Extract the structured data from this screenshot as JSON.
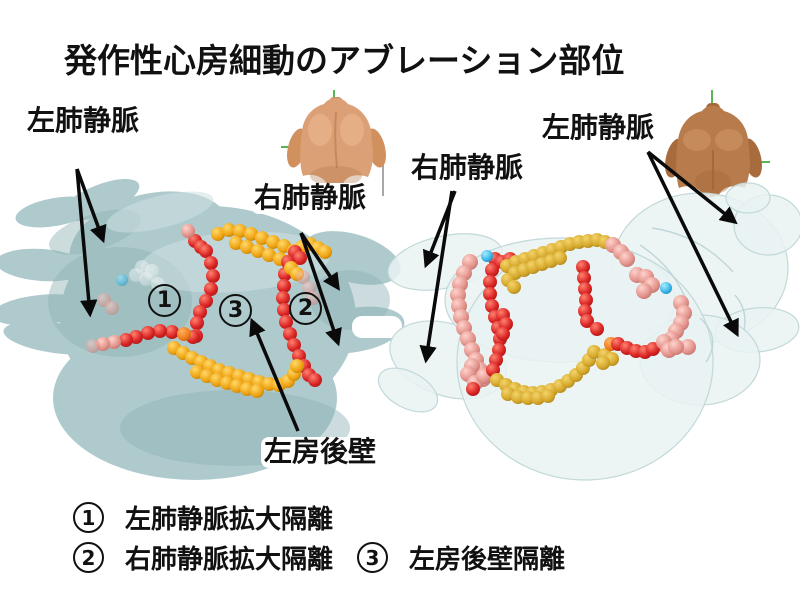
{
  "title": "発作性心房細動のアブレーション部位",
  "panels": {
    "left": {
      "view": "posterior",
      "labels": {
        "left_pv": "左肺静脈",
        "right_pv": "右肺静脈",
        "posterior_wall": "左房後壁"
      }
    },
    "right": {
      "view": "anterior",
      "labels": {
        "right_pv": "右肺静脈",
        "left_pv": "左肺静脈"
      }
    }
  },
  "markers": {
    "m1": "1",
    "m2": "2",
    "m3": "3"
  },
  "legend": {
    "items": [
      {
        "num": "1",
        "text": "左肺静脈拡大隔離"
      },
      {
        "num": "2",
        "text": "右肺静脈拡大隔離"
      },
      {
        "num": "3",
        "text": "左房後壁隔離"
      }
    ]
  },
  "colors": {
    "background": "#ffffff",
    "text": "#111111",
    "arrow": "#0a0a0a",
    "heart_left": "#afcacc",
    "heart_left_shade": "#8fb2b5",
    "heart_left_highlight": "#cfe1e2",
    "heart_right": "#e9f2f2",
    "heart_right_edge": "#c2d8d9",
    "ball_red": "#d92323",
    "ball_gold": "#efa312",
    "ball_mustard": "#d6a82c",
    "ball_pink": "#e2938b",
    "ball_orange": "#f07d1a",
    "ball_cyan": "#38b6e8",
    "torso_back_skin": "#dca077",
    "torso_front_skin": "#b87c4c",
    "axis_green": "#55b855"
  },
  "ablation_chains": {
    "left_panel": [
      {
        "part": "roof-line-gold",
        "color": "gold",
        "r": 7,
        "points": [
          [
            218,
            234
          ],
          [
            229,
            230
          ],
          [
            240,
            231
          ],
          [
            251,
            234
          ],
          [
            262,
            238
          ],
          [
            273,
            242
          ],
          [
            284,
            246
          ],
          [
            294,
            251
          ],
          [
            302,
            247
          ],
          [
            310,
            244
          ],
          [
            318,
            248
          ],
          [
            325,
            252
          ],
          [
            236,
            243
          ],
          [
            247,
            247
          ],
          [
            258,
            251
          ],
          [
            269,
            255
          ],
          [
            280,
            259
          ]
        ]
      },
      {
        "part": "roof-left-red",
        "color": "red",
        "r": 7,
        "points": [
          [
            195,
            241
          ],
          [
            201,
            247
          ]
        ]
      },
      {
        "part": "roof-left-pink",
        "color": "pink",
        "r": 7,
        "points": [
          [
            188,
            231
          ]
        ]
      },
      {
        "part": "left-pv-line-red",
        "color": "red",
        "r": 7,
        "points": [
          [
            206,
            251
          ],
          [
            211,
            263
          ],
          [
            213,
            276
          ],
          [
            211,
            289
          ],
          [
            206,
            301
          ],
          [
            200,
            312
          ],
          [
            197,
            323
          ],
          [
            196,
            336
          ]
        ]
      },
      {
        "part": "roof-right-red",
        "color": "red",
        "r": 7,
        "points": [
          [
            295,
            252
          ],
          [
            300,
            258
          ]
        ]
      },
      {
        "part": "right-pv-line-red",
        "color": "red",
        "r": 7,
        "points": [
          [
            288,
            262
          ],
          [
            285,
            274
          ],
          [
            284,
            286
          ],
          [
            283,
            298
          ],
          [
            284,
            310
          ],
          [
            286,
            322
          ],
          [
            290,
            334
          ],
          [
            294,
            345
          ],
          [
            299,
            356
          ],
          [
            304,
            366
          ],
          [
            309,
            375
          ],
          [
            315,
            380
          ]
        ]
      },
      {
        "part": "right-pv-gold-bits",
        "color": "gold",
        "r": 7,
        "points": [
          [
            291,
            268
          ],
          [
            297,
            274
          ]
        ]
      },
      {
        "part": "floor-left-red",
        "color": "red",
        "r": 7,
        "points": [
          [
            193,
            337
          ],
          [
            172,
            332
          ],
          [
            160,
            331
          ],
          [
            148,
            333
          ],
          [
            136,
            337
          ],
          [
            126,
            340
          ]
        ]
      },
      {
        "part": "floor-left-orange",
        "color": "orange",
        "r": 7,
        "points": [
          [
            184,
            334
          ]
        ]
      },
      {
        "part": "floor-left-pink",
        "color": "pink",
        "r": 7,
        "points": [
          [
            114,
            342
          ],
          [
            103,
            344
          ]
        ]
      },
      {
        "part": "floor-line-gold",
        "color": "gold",
        "r": 7,
        "points": [
          [
            174,
            348
          ],
          [
            183,
            353
          ],
          [
            192,
            358
          ],
          [
            201,
            362
          ],
          [
            210,
            366
          ],
          [
            219,
            370
          ],
          [
            229,
            373
          ],
          [
            239,
            376
          ],
          [
            249,
            379
          ],
          [
            259,
            382
          ],
          [
            269,
            384
          ],
          [
            279,
            385
          ],
          [
            288,
            381
          ],
          [
            294,
            374
          ],
          [
            297,
            366
          ],
          [
            197,
            372
          ],
          [
            207,
            376
          ],
          [
            217,
            380
          ],
          [
            227,
            383
          ],
          [
            237,
            386
          ],
          [
            247,
            389
          ],
          [
            257,
            391
          ]
        ]
      },
      {
        "part": "faint-white",
        "color": "white",
        "r": 7,
        "opacity": 0.45,
        "points": [
          [
            142,
            267
          ],
          [
            152,
            271
          ],
          [
            146,
            279
          ],
          [
            136,
            275
          ],
          [
            158,
            284
          ]
        ]
      },
      {
        "part": "faint-cyan",
        "color": "cyan",
        "r": 6,
        "opacity": 0.55,
        "points": [
          [
            122,
            280
          ]
        ]
      },
      {
        "part": "faint-pink",
        "color": "pink",
        "r": 7,
        "opacity": 0.5,
        "points": [
          [
            104,
            300
          ],
          [
            112,
            308
          ],
          [
            93,
            346
          ],
          [
            303,
            277
          ],
          [
            309,
            288
          ],
          [
            313,
            298
          ]
        ]
      }
    ],
    "right_panel": [
      {
        "part": "right-pv-ring-pink",
        "color": "pink",
        "r": 8,
        "points": [
          [
            470,
            262
          ],
          [
            464,
            273
          ],
          [
            460,
            284
          ],
          [
            458,
            295
          ],
          [
            459,
            306
          ],
          [
            461,
            317
          ],
          [
            464,
            328
          ],
          [
            468,
            339
          ],
          [
            472,
            350
          ],
          [
            476,
            360
          ],
          [
            480,
            370
          ],
          [
            483,
            379
          ],
          [
            472,
            366
          ],
          [
            468,
            374
          ],
          [
            475,
            383
          ],
          [
            484,
            376
          ]
        ]
      },
      {
        "part": "right-pv-ring-red",
        "color": "red",
        "r": 7,
        "points": [
          [
            495,
            259
          ],
          [
            492,
            270
          ],
          [
            490,
            282
          ],
          [
            490,
            294
          ],
          [
            492,
            306
          ],
          [
            495,
            317
          ],
          [
            498,
            328
          ],
          [
            500,
            339
          ],
          [
            499,
            350
          ],
          [
            496,
            360
          ],
          [
            493,
            370
          ],
          [
            503,
            315
          ],
          [
            506,
            324
          ],
          [
            503,
            334
          ],
          [
            473,
            389
          ]
        ]
      },
      {
        "part": "roof-cyan",
        "color": "cyan",
        "r": 6,
        "points": [
          [
            487,
            256
          ]
        ]
      },
      {
        "part": "roof-red",
        "color": "red",
        "r": 7,
        "points": [
          [
            502,
            262
          ],
          [
            510,
            259
          ]
        ]
      },
      {
        "part": "roof-line-gold",
        "color": "mustard",
        "r": 7,
        "points": [
          [
            507,
            266
          ],
          [
            516,
            262
          ],
          [
            525,
            259
          ],
          [
            534,
            256
          ],
          [
            543,
            253
          ],
          [
            552,
            250
          ],
          [
            561,
            247
          ],
          [
            570,
            244
          ],
          [
            579,
            242
          ],
          [
            588,
            241
          ],
          [
            597,
            240
          ],
          [
            605,
            242
          ],
          [
            515,
            273
          ],
          [
            524,
            270
          ],
          [
            533,
            267
          ],
          [
            542,
            264
          ],
          [
            551,
            261
          ],
          [
            560,
            258
          ],
          [
            508,
            280
          ],
          [
            514,
            287
          ]
        ]
      },
      {
        "part": "mid-line-red",
        "color": "red",
        "r": 7,
        "points": [
          [
            583,
            267
          ],
          [
            584,
            278
          ],
          [
            585,
            289
          ],
          [
            586,
            300
          ],
          [
            585,
            311
          ],
          [
            587,
            321
          ],
          [
            597,
            329
          ]
        ]
      },
      {
        "part": "left-pv-pink-upper",
        "color": "pink",
        "r": 8,
        "points": [
          [
            613,
            245
          ],
          [
            621,
            252
          ],
          [
            627,
            259
          ],
          [
            637,
            275
          ],
          [
            646,
            277
          ],
          [
            652,
            285
          ],
          [
            644,
            291
          ]
        ]
      },
      {
        "part": "left-pv-cyan",
        "color": "cyan",
        "r": 6,
        "points": [
          [
            666,
            288
          ]
        ]
      },
      {
        "part": "left-pv-pink-diag",
        "color": "pink",
        "r": 8,
        "points": [
          [
            681,
            303
          ],
          [
            684,
            313
          ],
          [
            681,
            323
          ],
          [
            676,
            331
          ],
          [
            671,
            339
          ],
          [
            666,
            346
          ],
          [
            688,
            347
          ]
        ]
      },
      {
        "part": "floor-line-gold",
        "color": "mustard",
        "r": 7,
        "points": [
          [
            497,
            380
          ],
          [
            506,
            385
          ],
          [
            515,
            389
          ],
          [
            524,
            392
          ],
          [
            533,
            393
          ],
          [
            542,
            392
          ],
          [
            551,
            390
          ],
          [
            560,
            386
          ],
          [
            568,
            381
          ],
          [
            576,
            375
          ],
          [
            583,
            368
          ],
          [
            589,
            360
          ],
          [
            594,
            352
          ],
          [
            508,
            394
          ],
          [
            518,
            397
          ],
          [
            528,
            398
          ],
          [
            538,
            398
          ],
          [
            548,
            396
          ],
          [
            605,
            355
          ],
          [
            612,
            359
          ],
          [
            603,
            363
          ]
        ]
      },
      {
        "part": "floor-orange",
        "color": "orange",
        "r": 7,
        "points": [
          [
            611,
            344
          ]
        ]
      },
      {
        "part": "floor-red",
        "color": "red",
        "r": 7,
        "points": [
          [
            618,
            344
          ],
          [
            627,
            348
          ],
          [
            636,
            351
          ],
          [
            645,
            352
          ],
          [
            653,
            349
          ]
        ]
      },
      {
        "part": "floor-pink-end",
        "color": "pink",
        "r": 8,
        "points": [
          [
            664,
            342
          ],
          [
            669,
            350
          ],
          [
            676,
            347
          ]
        ]
      }
    ]
  }
}
